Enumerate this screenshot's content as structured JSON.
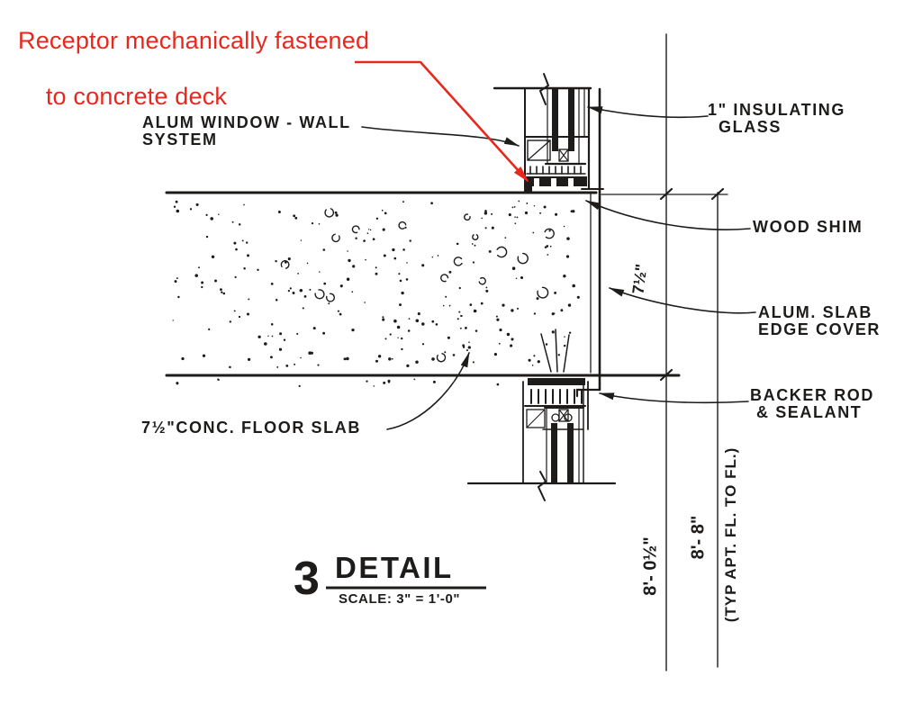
{
  "colors": {
    "ink": "#1d1c1a",
    "accent": "#e5291f",
    "paper": "#ffffff"
  },
  "annotation": {
    "line1": "Receptor mechanically fastened",
    "line2": "to concrete deck"
  },
  "labels": {
    "window_system_line1": "ALUM WINDOW - WALL",
    "window_system_line2": "SYSTEM",
    "insulating_glass_line1": "1\" INSULATING",
    "insulating_glass_line2": "GLASS",
    "wood_shim": "WOOD SHIM",
    "slab_edge_line1": "ALUM. SLAB",
    "slab_edge_line2": "EDGE COVER",
    "backer_rod_line1": "BACKER ROD",
    "backer_rod_line2": "& SEALANT",
    "floor_slab": "7½\"CONC. FLOOR SLAB"
  },
  "dimensions": {
    "slab_thickness": "7½\"",
    "sill_height": "8'- 0½\"",
    "floor_to_floor": "8'- 8\"",
    "floor_to_floor_note": "(TYP APT. FL. TO FL.)"
  },
  "title_block": {
    "number": "3",
    "title": "DETAIL",
    "scale": "SCALE: 3\" = 1'-0\""
  }
}
